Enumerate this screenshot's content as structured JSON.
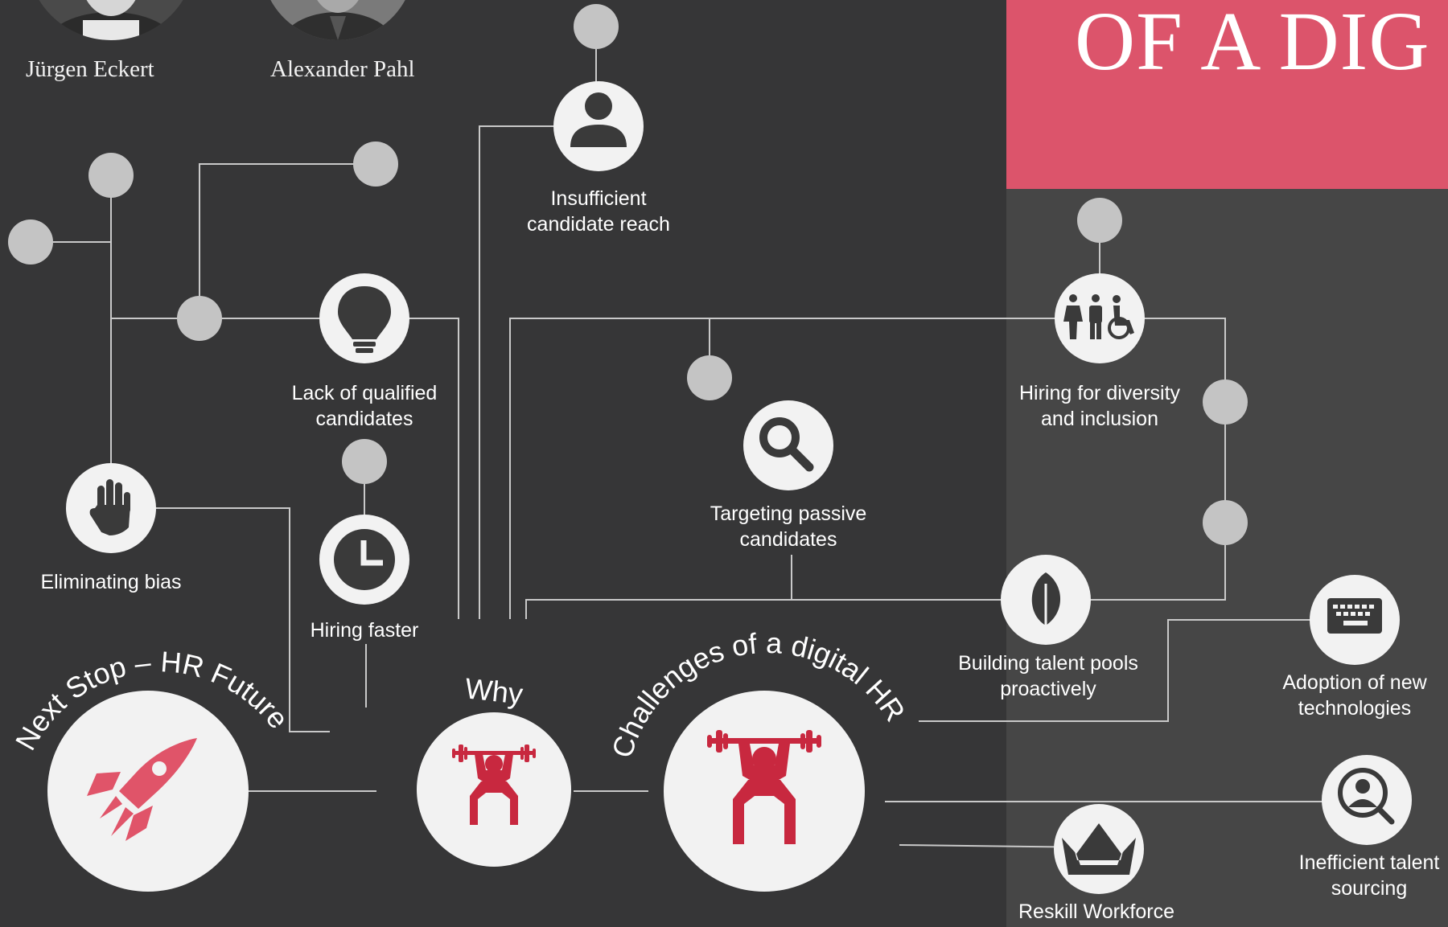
{
  "authors": [
    {
      "name": "Jürgen Eckert"
    },
    {
      "name": "Alexander Pahl"
    }
  ],
  "title": {
    "text": "OF A DIG"
  },
  "hub_labels": {
    "next_stop": "Next Stop – HR Future",
    "why": "Why",
    "challenges": "Challenges of a digital HR"
  },
  "nodes": [
    {
      "id": "insufficient-reach",
      "label_lines": [
        "Insufficient",
        "candidate reach"
      ],
      "icon": "person-icon"
    },
    {
      "id": "lack-qualified",
      "label_lines": [
        "Lack of qualified",
        "candidates"
      ],
      "icon": "lightbulb-icon"
    },
    {
      "id": "eliminating-bias",
      "label_lines": [
        "Eliminating bias"
      ],
      "icon": "hand-icon"
    },
    {
      "id": "hiring-faster",
      "label_lines": [
        "Hiring faster"
      ],
      "icon": "clock-icon"
    },
    {
      "id": "targeting-passive",
      "label_lines": [
        "Targeting passive",
        "candidates"
      ],
      "icon": "magnifier-icon"
    },
    {
      "id": "hiring-diversity",
      "label_lines": [
        "Hiring for diversity",
        "and inclusion"
      ],
      "icon": "people-diversity-icon"
    },
    {
      "id": "talent-pools",
      "label_lines": [
        "Building talent pools",
        "proactively"
      ],
      "icon": "leaf-icon"
    },
    {
      "id": "adoption-tech",
      "label_lines": [
        "Adoption of new",
        "technologies"
      ],
      "icon": "keyboard-icon"
    },
    {
      "id": "inefficient-sourcing",
      "label_lines": [
        "Inefficient talent",
        "sourcing"
      ],
      "icon": "user-search-icon"
    },
    {
      "id": "reskill",
      "label_lines": [
        "Reskill Workforce"
      ],
      "icon": "crown-icon"
    }
  ],
  "colors": {
    "background": "#363637",
    "right_panel": "#464646",
    "banner": "#dc546b",
    "node_fill": "#f2f2f2",
    "icon_dark": "#3a3a3a",
    "accent_red": "#c8283f",
    "rocket_pink": "#e05469",
    "connector": "#c9c9c9",
    "dot": "#c4c4c4"
  }
}
